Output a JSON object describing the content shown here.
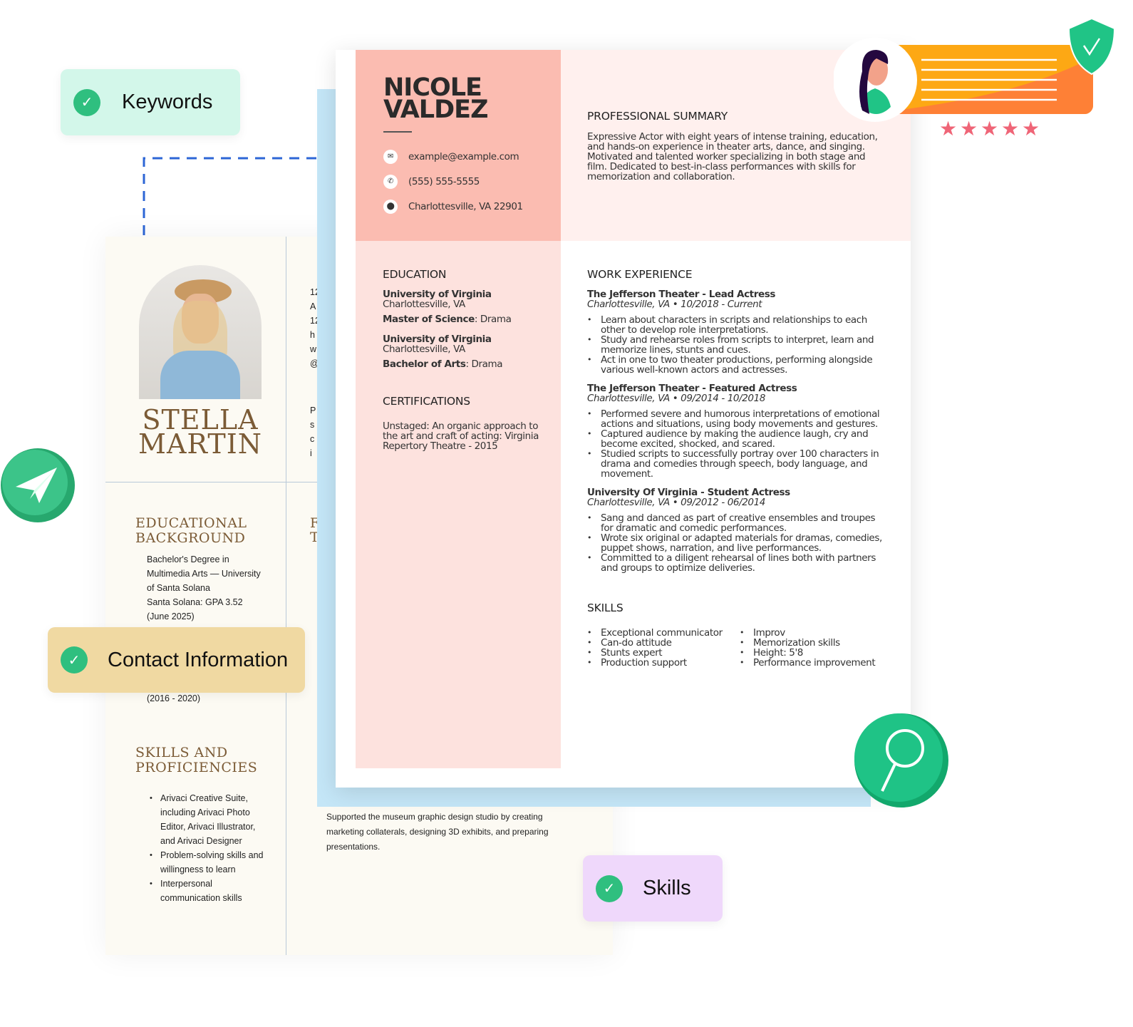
{
  "badges": {
    "keywords": "Keywords",
    "contact": "Contact Information",
    "skills": "Skills"
  },
  "stella": {
    "name_first": "STELLA",
    "name_last": "MARTIN",
    "contact_fragments": [
      "12",
      "A",
      "12",
      "h",
      "w",
      "@"
    ],
    "summary_fragments": [
      "P",
      "s",
      "c",
      "i"
    ],
    "section_fragments": [
      "F",
      "T"
    ],
    "edu_heading": [
      "EDUCATIONAL",
      "BACKGROUND"
    ],
    "edu_lines": [
      "Bachelor's Degree in",
      "Multimedia Arts — University",
      "of Santa Solana",
      "Santa Solana: GPA 3.52",
      "(June 2025)"
    ],
    "edu_years": "(2016 - 2020)",
    "skills_heading": [
      "SKILLS AND",
      "PROFICIENCIES"
    ],
    "skills": [
      "Arivaci Creative Suite, including Arivaci Photo Editor, Arivaci Illustrator, and Arivaci Designer",
      "Problem-solving skills and willingness to learn",
      "Interpersonal communication skills"
    ],
    "experience_text": "Supported the museum graphic design studio by creating marketing collaterals, designing 3D exhibits, and preparing presentations."
  },
  "nicole": {
    "first": "NICOLE",
    "last": "VALDEZ",
    "email": "example@example.com",
    "phone": "(555) 555-5555",
    "location": "Charlottesville, VA 22901",
    "summary_title": "PROFESSIONAL SUMMARY",
    "summary": "Expressive Actor with eight years of intense training, education, and hands-on experience in theater arts, dance, and singing. Motivated and talented worker specializing in both stage and film. Dedicated to best-in-class performances with skills for memorization and collaboration.",
    "education_title": "EDUCATION",
    "education": [
      {
        "school": "University of Virginia",
        "place": "Charlottesville, VA",
        "degree": "Master of Science",
        "field": ": Drama"
      },
      {
        "school": "University of Virginia",
        "place": "Charlottesville, VA",
        "degree": "Bachelor of Arts",
        "field": ": Drama"
      }
    ],
    "cert_title": "CERTIFICATIONS",
    "cert": "Unstaged: An organic approach to the art and craft of acting: Virginia Repertory Theatre - 2015",
    "work_title": "WORK EXPERIENCE",
    "work": [
      {
        "title": "The Jefferson Theater - Lead Actress",
        "meta": "Charlottesville, VA  •  10/2018 - Current",
        "bullets": [
          "Learn about characters in scripts and relationships to each other to develop role interpretations.",
          "Study and rehearse roles from scripts to interpret, learn and memorize lines, stunts and cues.",
          "Act in one to two theater productions, performing alongside various well-known actors and actresses."
        ]
      },
      {
        "title": "The Jefferson Theater - Featured Actress",
        "meta": "Charlottesville, VA  •  09/2014 - 10/2018",
        "bullets": [
          "Performed severe and humorous interpretations of emotional actions and situations, using body movements and gestures.",
          "Captured audience by making the audience laugh, cry and become excited, shocked, and scared.",
          "Studied scripts to successfully portray over 100 characters in drama and comedies through speech, body language, and movement."
        ]
      },
      {
        "title": "University Of Virginia - Student Actress",
        "meta": "Charlottesville, VA  •  09/2012 - 06/2014",
        "bullets": [
          "Sang and danced as part of creative ensembles and troupes for dramatic and comedic performances.",
          "Wrote six original or adapted materials for dramas, comedies, puppet shows, narration, and live performances.",
          "Committed to a diligent rehearsal of lines both with partners and groups to optimize deliveries."
        ]
      }
    ],
    "skills_title": "SKILLS",
    "skills_col1": [
      "Exceptional communicator",
      "Can-do attitude",
      "Stunts expert",
      "Production support"
    ],
    "skills_col2": [
      "Improv",
      "Memorization skills",
      "Height: 5'8",
      "Performance improvement"
    ]
  },
  "review": {
    "stars": 5
  },
  "colors": {
    "salmon": "#fbbcb1",
    "green": "#2fbf7f",
    "blue": "#c4e6f7",
    "orange": "#fda814"
  }
}
